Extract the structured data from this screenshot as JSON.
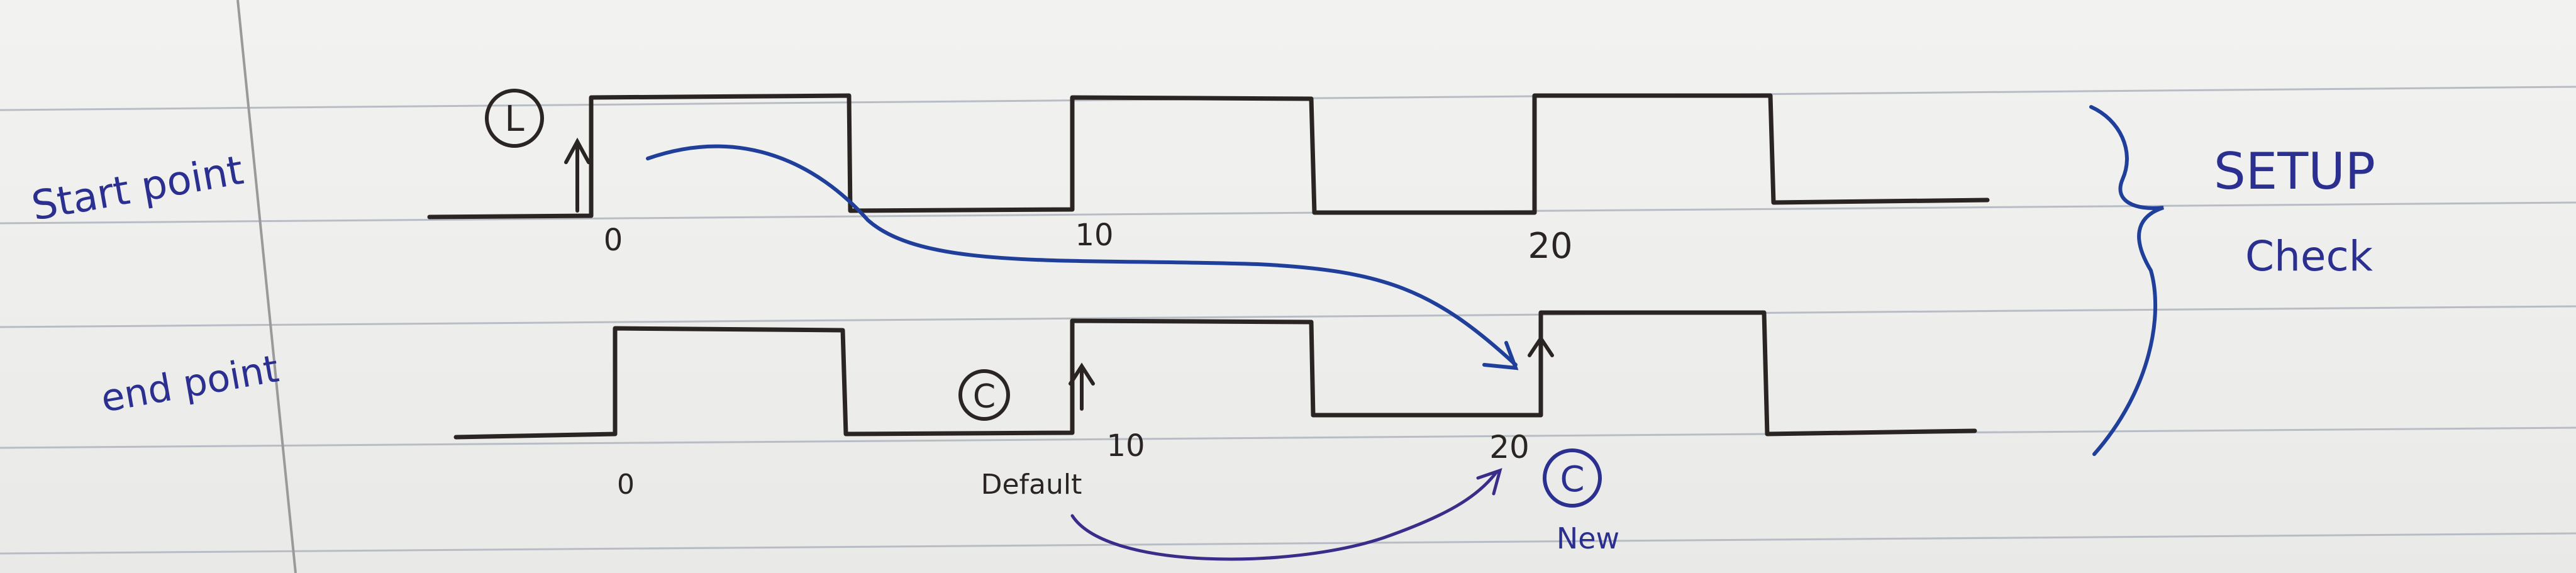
{
  "labels": {
    "start_point": "Start point",
    "end_point": "end point",
    "setup": "SETUP",
    "check": "Check",
    "launch_marker": "L",
    "capture_marker_default": "C",
    "capture_marker_new": "C",
    "default": "Default",
    "new": "New"
  },
  "top_waveform_ticks": [
    "0",
    "10",
    "20"
  ],
  "bottom_waveform_ticks": [
    "0",
    "10",
    "20"
  ],
  "colors": {
    "ink_black": "#2a2522",
    "ink_blue": "#1f3f9a",
    "ink_purple": "#3a2d8a",
    "rule_line": "#b8bcc4",
    "margin_line": "#9a9a9a"
  }
}
